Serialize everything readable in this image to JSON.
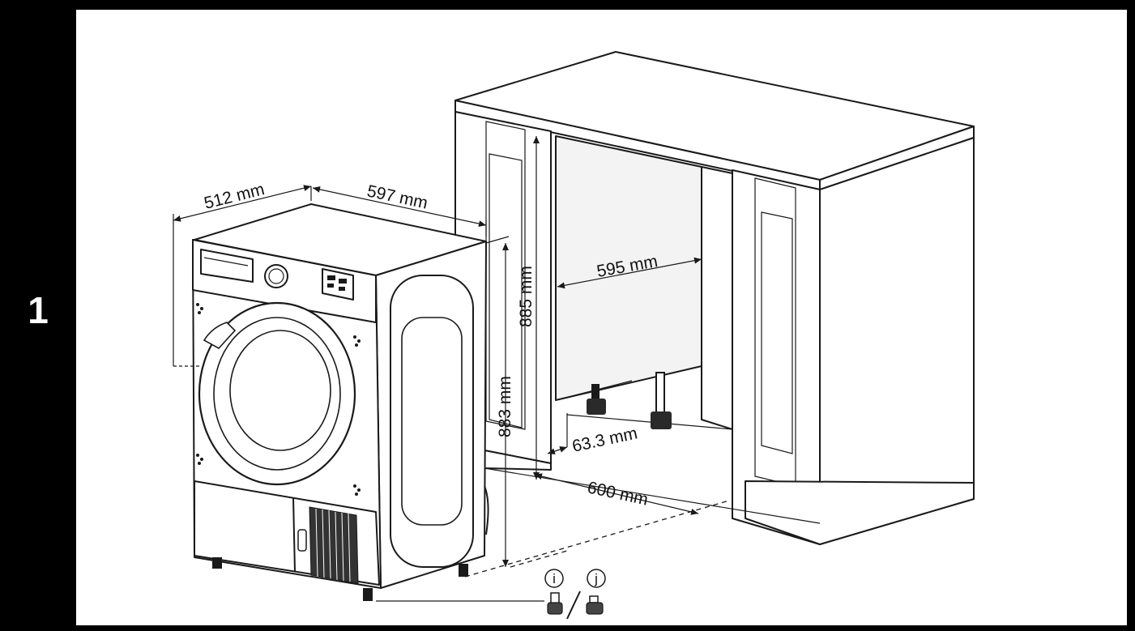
{
  "step": {
    "number": "1"
  },
  "dimensions": {
    "dryer_depth": "512 mm",
    "dryer_width": "597 mm",
    "niche_width": "595 mm",
    "niche_height": "885 mm",
    "dryer_height": "883 mm",
    "foot_offset": "63.3 mm",
    "niche_depth": "600 mm"
  },
  "parts": {
    "part_i": "i",
    "part_j": "j"
  }
}
